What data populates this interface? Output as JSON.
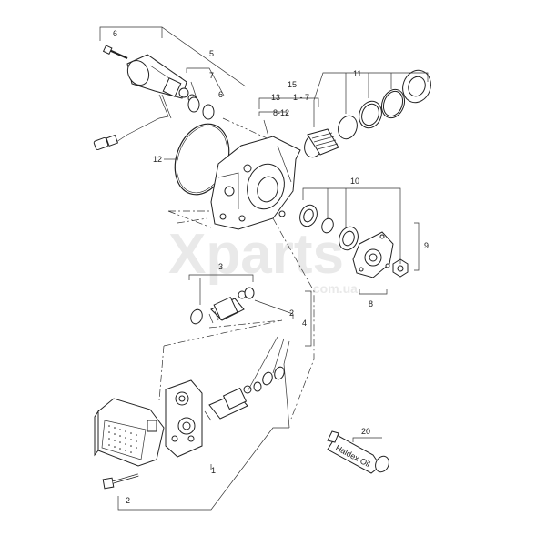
{
  "watermark": {
    "text": "Xparts",
    "sub": ".com.ua"
  },
  "labels": {
    "l6a": "6",
    "l5": "5",
    "l7": "7",
    "l6b": "6",
    "l15": "15",
    "l13": "13",
    "l1_7": "1 - 7",
    "l8_12": "8-12",
    "l11": "11",
    "l12": "12",
    "l10": "10",
    "l9": "9",
    "l8": "8",
    "l3": "3",
    "l2a": "2",
    "l4": "4",
    "l1": "1",
    "l2b": "2",
    "l20": "20"
  },
  "bottle_text": "Haldex Oil"
}
